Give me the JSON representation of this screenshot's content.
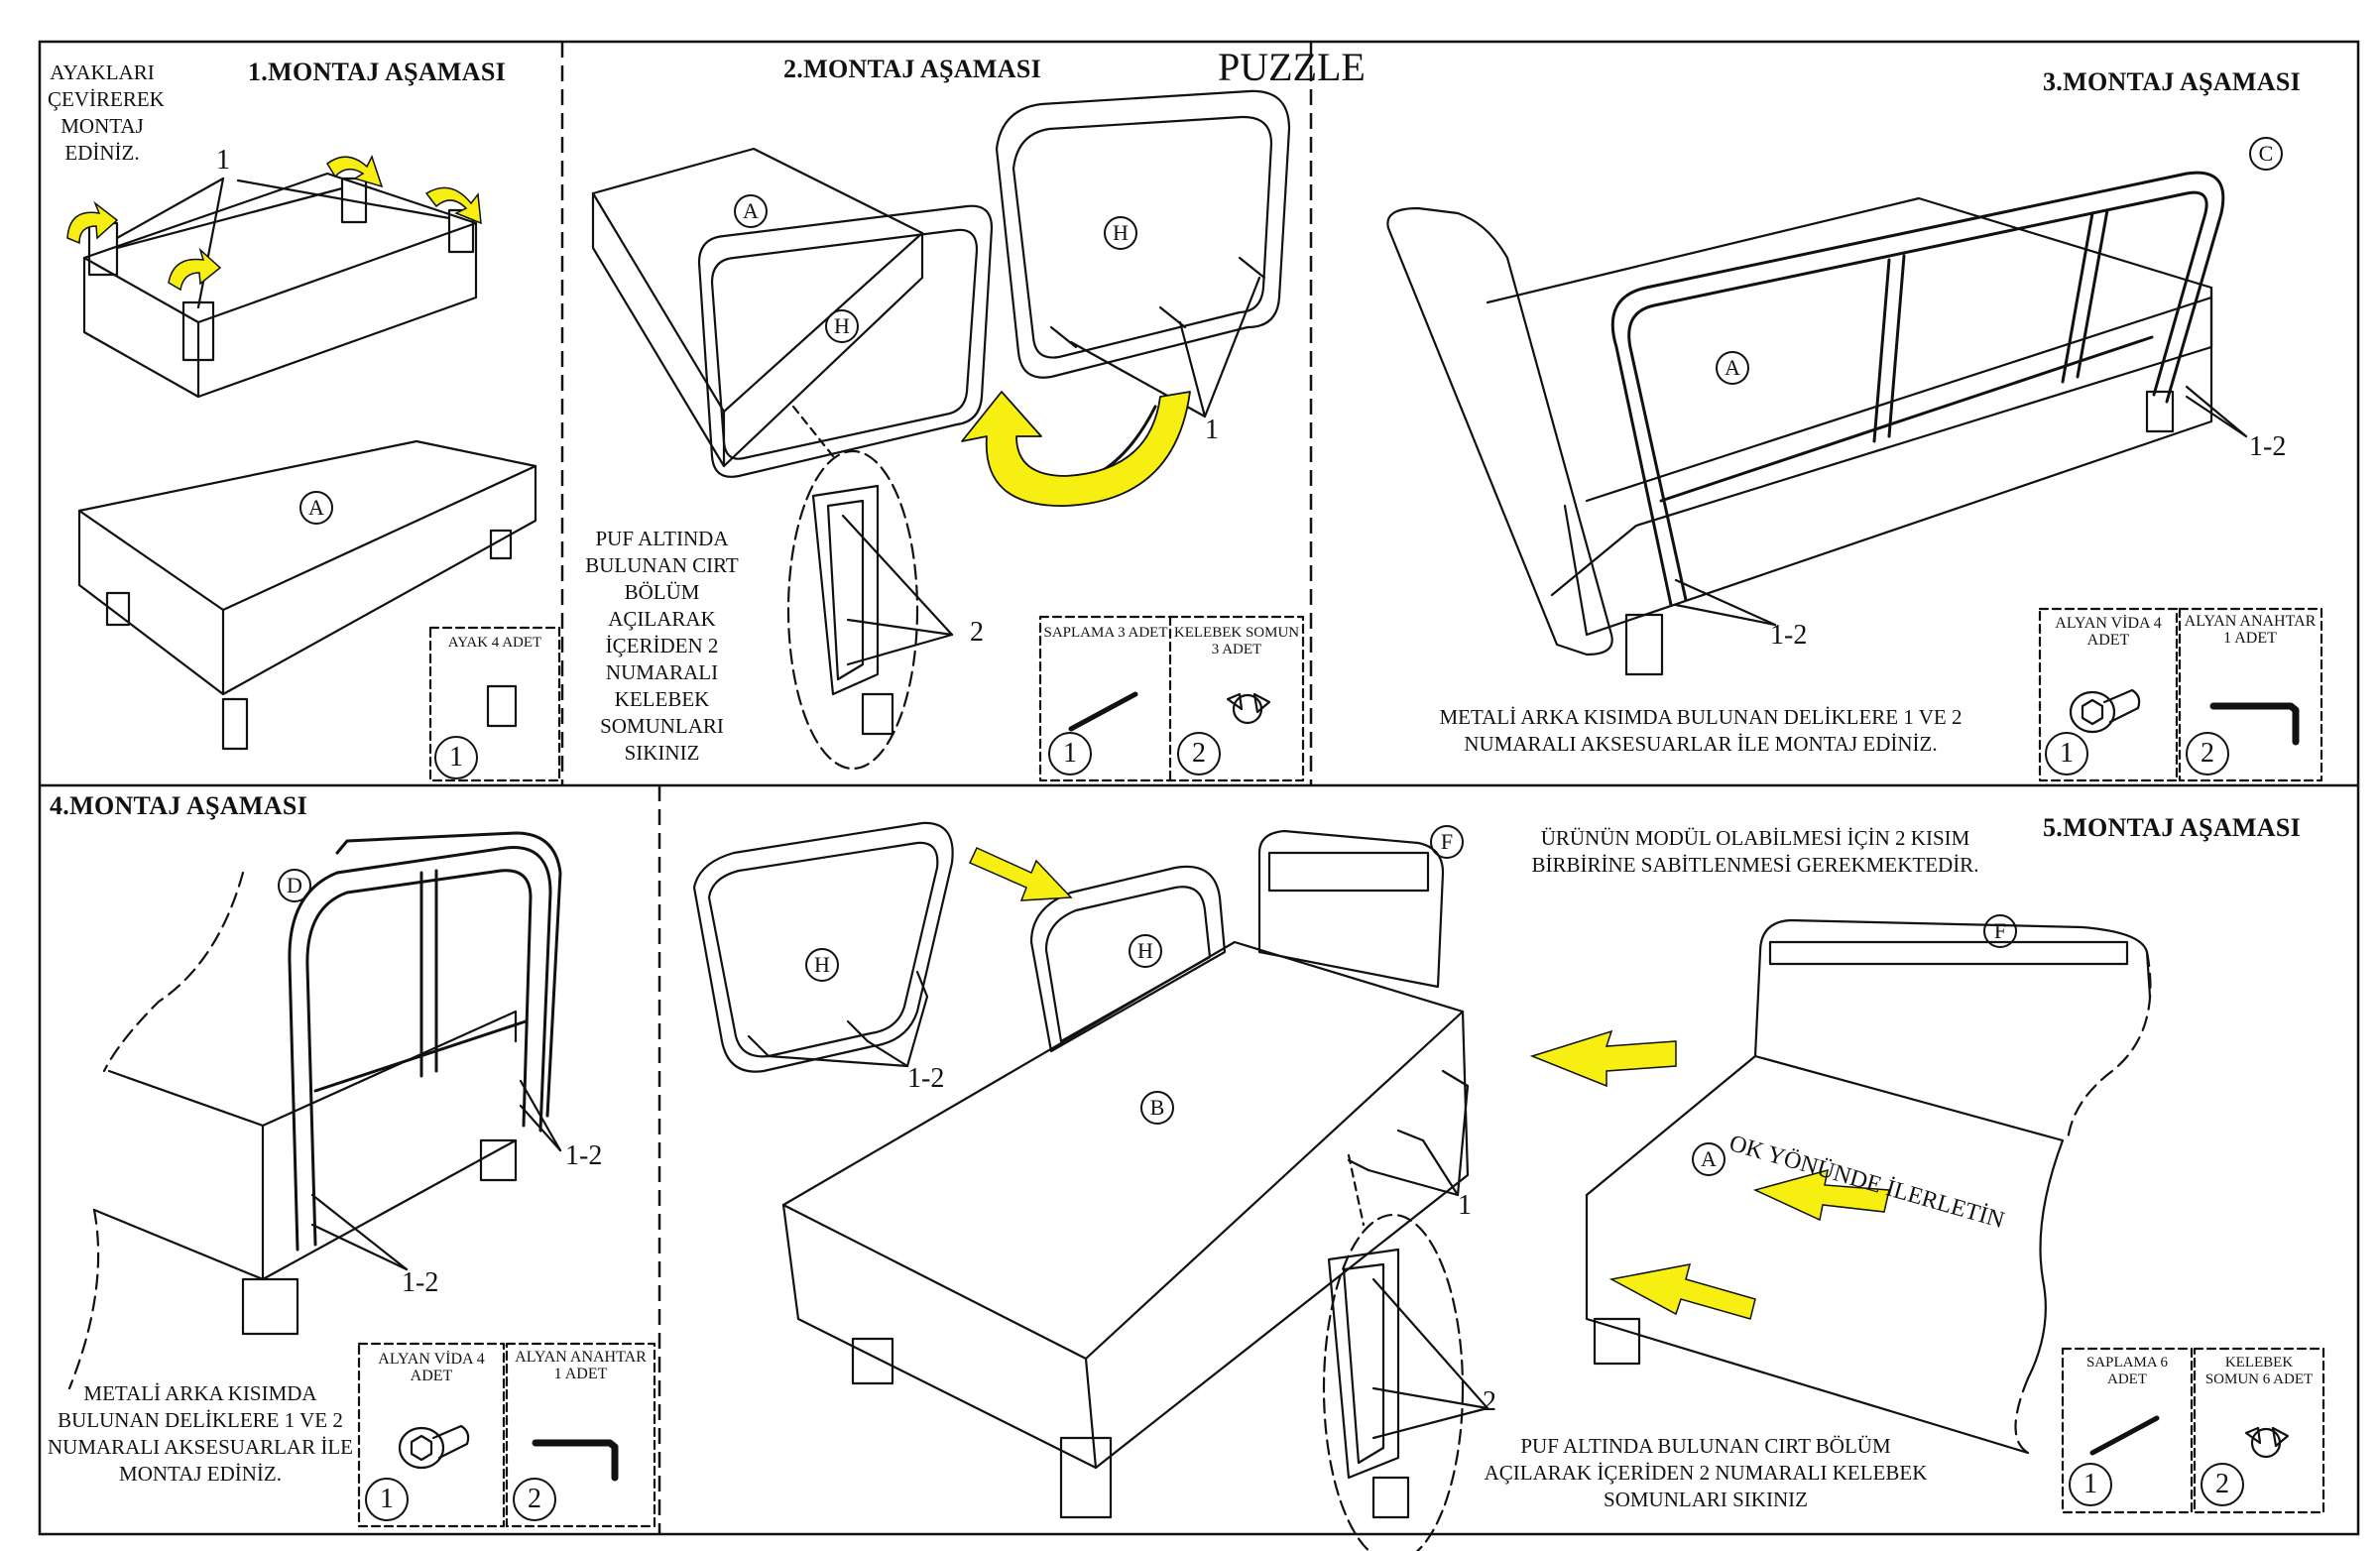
{
  "header": {
    "brand": "PUZZLE"
  },
  "stage1": {
    "title": "1.MONTAJ AŞAMASI",
    "instruction": "AYAKLARI ÇEVİREREK MONTAJ EDİNİZ.",
    "callout": "1",
    "part": "A",
    "box": {
      "caption": "AYAK 4 ADET",
      "number": "1"
    }
  },
  "stage2": {
    "title": "2.MONTAJ AŞAMASI",
    "instruction": "PUF ALTINDA BULUNAN CIRT BÖLÜM AÇILARAK İÇERİDEN 2 NUMARALI KELEBEK SOMUNLARI SIKINIZ",
    "parts": [
      "A",
      "H",
      "H"
    ],
    "callout_1": "1",
    "callout_2": "2",
    "boxes": [
      {
        "caption": "SAPLAMA 3 ADET",
        "number": "1"
      },
      {
        "caption": "KELEBEK SOMUN 3 ADET",
        "number": "2"
      }
    ]
  },
  "stage3": {
    "title": "3.MONTAJ AŞAMASI",
    "instruction": "METALİ ARKA KISIMDA BULUNAN DELİKLERE 1 VE 2 NUMARALI AKSESUARLAR İLE MONTAJ EDİNİZ.",
    "parts": [
      "A",
      "C"
    ],
    "callout": "1-2",
    "boxes": [
      {
        "caption": "ALYAN VİDA 4 ADET",
        "number": "1"
      },
      {
        "caption": "ALYAN ANAHTAR 1 ADET",
        "number": "2"
      }
    ]
  },
  "stage4": {
    "title": "4.MONTAJ AŞAMASI",
    "instruction": "METALİ ARKA KISIMDA BULUNAN DELİKLERE 1 VE 2 NUMARALI AKSESUARLAR İLE MONTAJ EDİNİZ.",
    "part": "D",
    "callout": "1-2",
    "boxes": [
      {
        "caption": "ALYAN VİDA 4 ADET",
        "number": "1"
      },
      {
        "caption": "ALYAN ANAHTAR 1 ADET",
        "number": "2"
      }
    ]
  },
  "stage5": {
    "title": "5.MONTAJ AŞAMASI",
    "instruction_top": "ÜRÜNÜN MODÜL OLABİLMESİ İÇİN 2 KISIM BİRBİRİNE SABİTLENMESİ GEREKMEKTEDİR.",
    "instruction_bottom": "PUF ALTINDA BULUNAN CIRT BÖLÜM AÇILARAK İÇERİDEN 2 NUMARALI KELEBEK SOMUNLARI SIKINIZ",
    "direction": "OK YÖNÜNDE İLERLETİN",
    "parts": [
      "H",
      "H",
      "F",
      "B",
      "F",
      "A"
    ],
    "callout_12": "1-2",
    "callout_1": "1",
    "callout_2": "2",
    "boxes": [
      {
        "caption": "SAPLAMA 6 ADET",
        "number": "1"
      },
      {
        "caption": "KELEBEK SOMUN 6 ADET",
        "number": "2"
      }
    ]
  },
  "colors": {
    "ink": "#111111",
    "arrow": "#f7ee12",
    "paper": "#ffffff"
  }
}
